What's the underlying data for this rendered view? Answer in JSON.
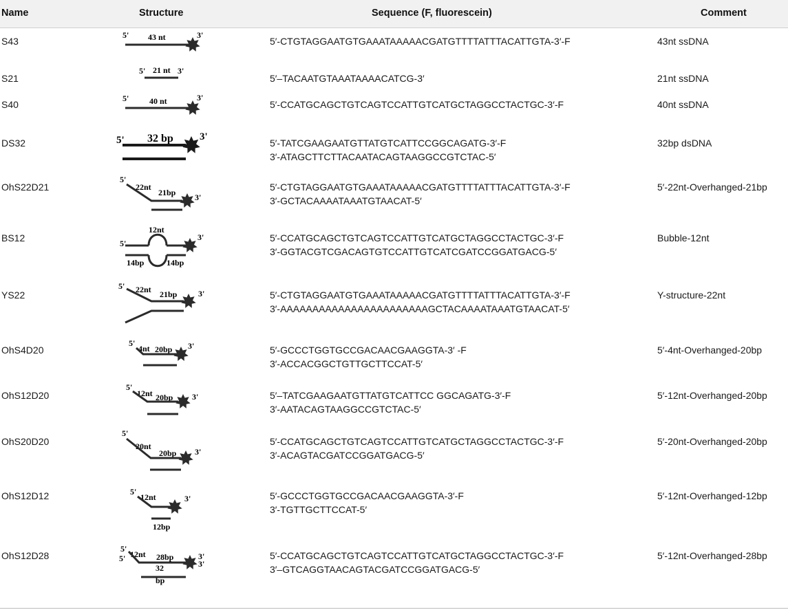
{
  "headers": {
    "name": "Name",
    "structure": "Structure",
    "sequence": "Sequence (F, fluorescein)",
    "comment": "Comment"
  },
  "rows": [
    {
      "name": "S43",
      "seq1": "5′-CTGTAGGAATGTGAAATAAAAACGATGTTTTATTTACATTGTA-3′-F",
      "seq2": "",
      "comment": "43nt ssDNA",
      "labels": {
        "l5": "5'",
        "len": "43 nt",
        "l3": "3'"
      }
    },
    {
      "name": "S21",
      "seq1": "5′–TACAATGTAAATAAAACATCG-3′",
      "seq2": "",
      "comment": "21nt ssDNA",
      "labels": {
        "l5": "5'",
        "len": "21 nt",
        "l3": "3'"
      }
    },
    {
      "name": "S40",
      "seq1": "5′-CCATGCAGCTGTCAGTCCATTGTCATGCTAGGCCTACTGC-3′-F",
      "seq2": "",
      "comment": "40nt ssDNA",
      "labels": {
        "l5": "5'",
        "len": "40 nt",
        "l3": "3'"
      }
    },
    {
      "name": "DS32",
      "seq1": "5′-TATCGAAGAATGTTATGTCATTCCGGCAGATG-3′-F",
      "seq2": "3′-ATAGCTTCTTACAATACAGTAAGGCCGTCTAC-5′",
      "comment": "32bp dsDNA",
      "labels": {
        "l5": "5'",
        "len": "32 bp",
        "l3": "3'"
      }
    },
    {
      "name": "OhS22D21",
      "seq1": "5′-CTGTAGGAATGTGAAATAAAAACGATGTTTTATTTACATTGTA-3′-F",
      "seq2": "3′-GCTACAAAATAAATGTAACAT-5′",
      "comment": "5′-22nt-Overhanged-21bp",
      "labels": {
        "l5": "5'",
        "oh": "22nt",
        "ds": "21bp",
        "l3": "3'"
      }
    },
    {
      "name": "BS12",
      "seq1": "5′-CCATGCAGCTGTCAGTCCATTGTCATGCTAGGCCTACTGC-3′-F",
      "seq2": "3′-GGTACGTCGACAGTGTCCATTGTCATCGATCCGGATGACG-5′",
      "comment": "Bubble-12nt",
      "labels": {
        "l5": "5'",
        "bub": "12nt",
        "left": "14bp",
        "right": "14bp",
        "l3": "3'"
      }
    },
    {
      "name": "YS22",
      "seq1": "5′-CTGTAGGAATGTGAAATAAAAACGATGTTTTATTTACATTGTA-3′-F",
      "seq2": "3′-AAAAAAAAAAAAAAAAAAAAAAAGCTACAAAATAAATGTAACAT-5′",
      "comment": "Y-structure-22nt",
      "labels": {
        "l5": "5'",
        "oh": "22nt",
        "ds": "21bp",
        "l3": "3'"
      }
    },
    {
      "name": "OhS4D20",
      "seq1": "5′-GCCCTGGTGCCGACAACGAAGGTA-3′ -F",
      "seq2": "3′-ACCACGGCTGTTGCTTCCAT-5′",
      "comment": "5′-4nt-Overhanged-20bp",
      "labels": {
        "l5": "5'",
        "oh": "4nt",
        "ds": "20bp",
        "l3": "3'"
      }
    },
    {
      "name": "OhS12D20",
      "seq1": "5′–TATCGAAGAATGTTATGTCATTCC GGCAGATG-3′-F",
      "seq2": "3′-AATACAGTAAGGCCGTCTAC-5′",
      "comment": "5′-12nt-Overhanged-20bp",
      "labels": {
        "l5": "5'",
        "oh": "12nt",
        "ds": "20bp",
        "l3": "3'"
      }
    },
    {
      "name": "OhS20D20",
      "seq1": "5′-CCATGCAGCTGTCAGTCCATTGTCATGCTAGGCCTACTGC-3′-F",
      "seq2": "3′-ACAGTACGATCCGGATGACG-5′",
      "comment": "5′-20nt-Overhanged-20bp",
      "labels": {
        "l5": "5'",
        "oh": "20nt",
        "ds": "20bp",
        "l3": "3'"
      }
    },
    {
      "name": "OhS12D12",
      "seq1": "5′-GCCCTGGTGCCGACAACGAAGGTA-3′-F",
      "seq2": "3′-TGTTGCTTCCAT-5′",
      "comment": "5′-12nt-Overhanged-12bp",
      "labels": {
        "l5": "5'",
        "oh": "12nt",
        "ds": "12bp",
        "l3": "3'"
      }
    },
    {
      "name": "OhS12D28",
      "seq1": "5′-CCATGCAGCTGTCAGTCCATTGTCATGCTAGGCCTACTGC-3′-F",
      "seq2": "3′–GTCAGGTAACAGTACGATCCGGATGACG-5′",
      "comment": "5′-12nt-Overhanged-28bp",
      "labels": {
        "l5a": "5'",
        "l5b": "5'",
        "oh": "12nt",
        "ds": "28bp",
        "bot": "32",
        "bot2": "bp",
        "l3a": "3'",
        "l3b": "3'"
      }
    }
  ],
  "colors": {
    "header_bg": "#f1f1f1",
    "strand": "#2b2b2b",
    "text": "#1a1a1a"
  }
}
